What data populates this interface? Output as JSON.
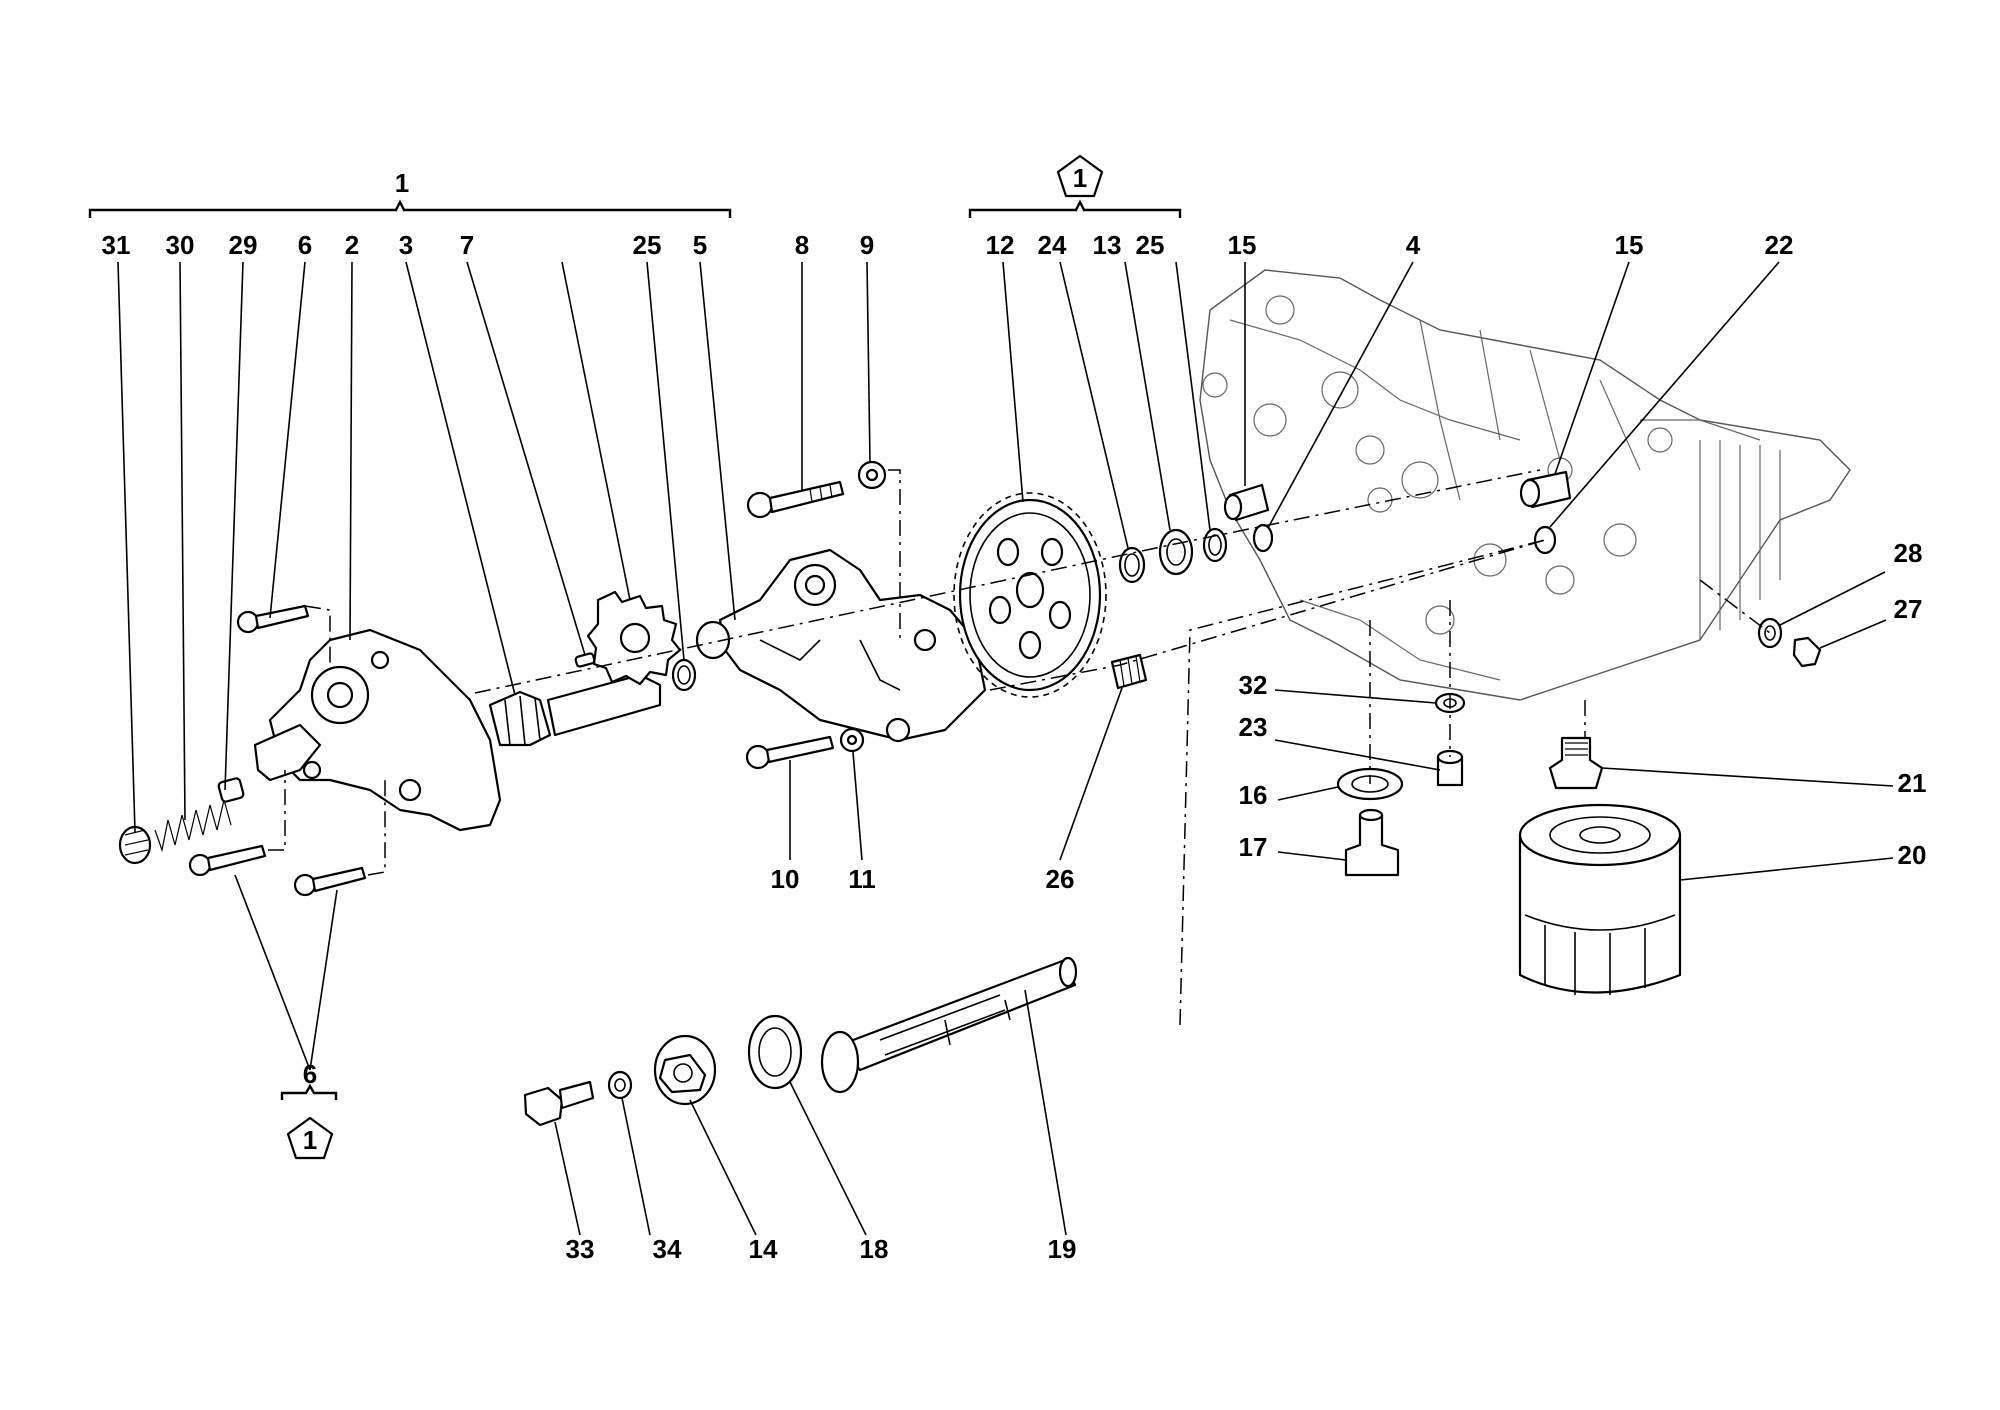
{
  "labels": {
    "top_group": "1",
    "note_symbol": "1",
    "bottom_group": "6",
    "bottom_note_symbol": "1",
    "n31": "31",
    "n30": "30",
    "n29": "29",
    "n6": "6",
    "n2": "2",
    "n3": "3",
    "n7": "7",
    "n25a": "25",
    "n5": "5",
    "n8": "8",
    "n9": "9",
    "n12": "12",
    "n24": "24",
    "n13": "13",
    "n25b": "25",
    "n15a": "15",
    "n4": "4",
    "n15b": "15",
    "n22": "22",
    "n28": "28",
    "n27": "27",
    "n32": "32",
    "n23": "23",
    "n16": "16",
    "n17": "17",
    "n21": "21",
    "n20": "20",
    "n10": "10",
    "n11": "11",
    "n26": "26",
    "n33": "33",
    "n34": "34",
    "n14": "14",
    "n18": "18",
    "n19": "19"
  },
  "colors": {
    "line": "#000000",
    "background": "#ffffff",
    "casing": "#555555"
  }
}
